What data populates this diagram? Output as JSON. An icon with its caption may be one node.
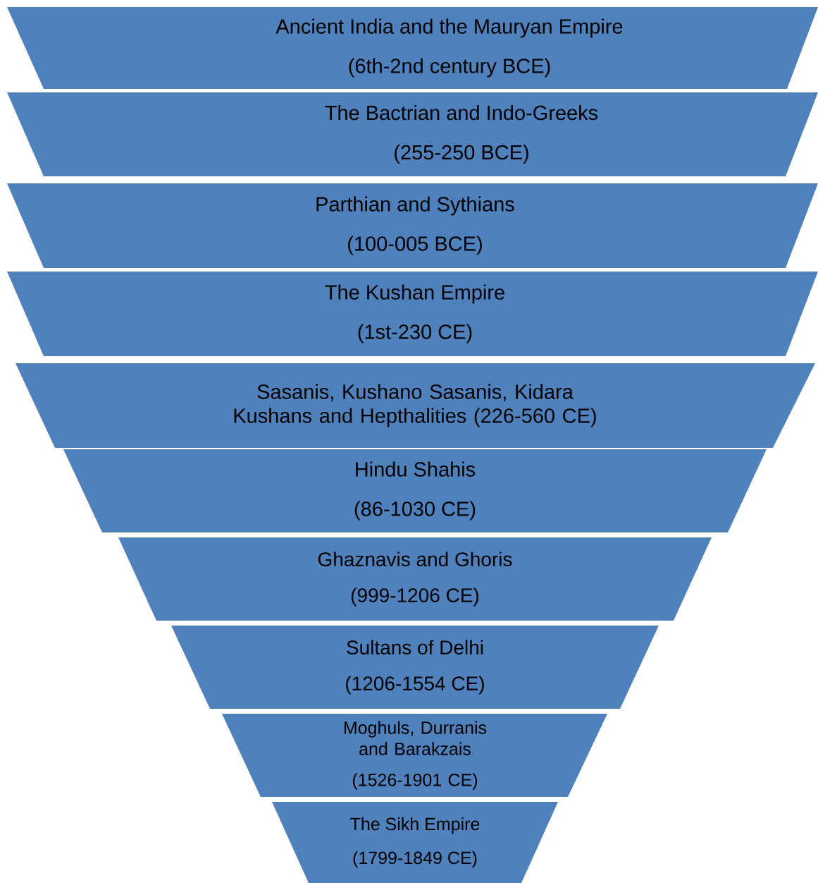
{
  "diagram": {
    "nodes": [
      {
        "text": [
          "Ancient India and the Mauryan Empire",
          "(6th-2nd century BCE)"
        ]
      },
      {
        "text": [
          "The Bactrian and Indo-Greeks",
          "(255-250 BCE)"
        ]
      },
      {
        "text": [
          "Parthian and Sythians",
          "(100-005 BCE)"
        ]
      },
      {
        "text": [
          "The Kushan Empire",
          "(1st-230 CE)"
        ]
      },
      {
        "text": [
          "Sasanis, Kushano Sasanis, Kidara Kushans and Hepthalities (226-560 CE)"
        ]
      },
      {
        "text": [
          "Hindu Shahis",
          "(86-1030 CE)"
        ]
      },
      {
        "text": [
          "Ghaznavis and Ghoris",
          "(999-1206 CE)"
        ]
      },
      {
        "text": [
          "Sultans of Delhi",
          "(1206-1554 CE)"
        ]
      },
      {
        "text": [
          "Moghuls, Durranis and Barakzais",
          "(1526-1901 CE)"
        ]
      },
      {
        "text": [
          "The Sikh Empire",
          "(1799-1849 CE)"
        ]
      }
    ]
  }
}
